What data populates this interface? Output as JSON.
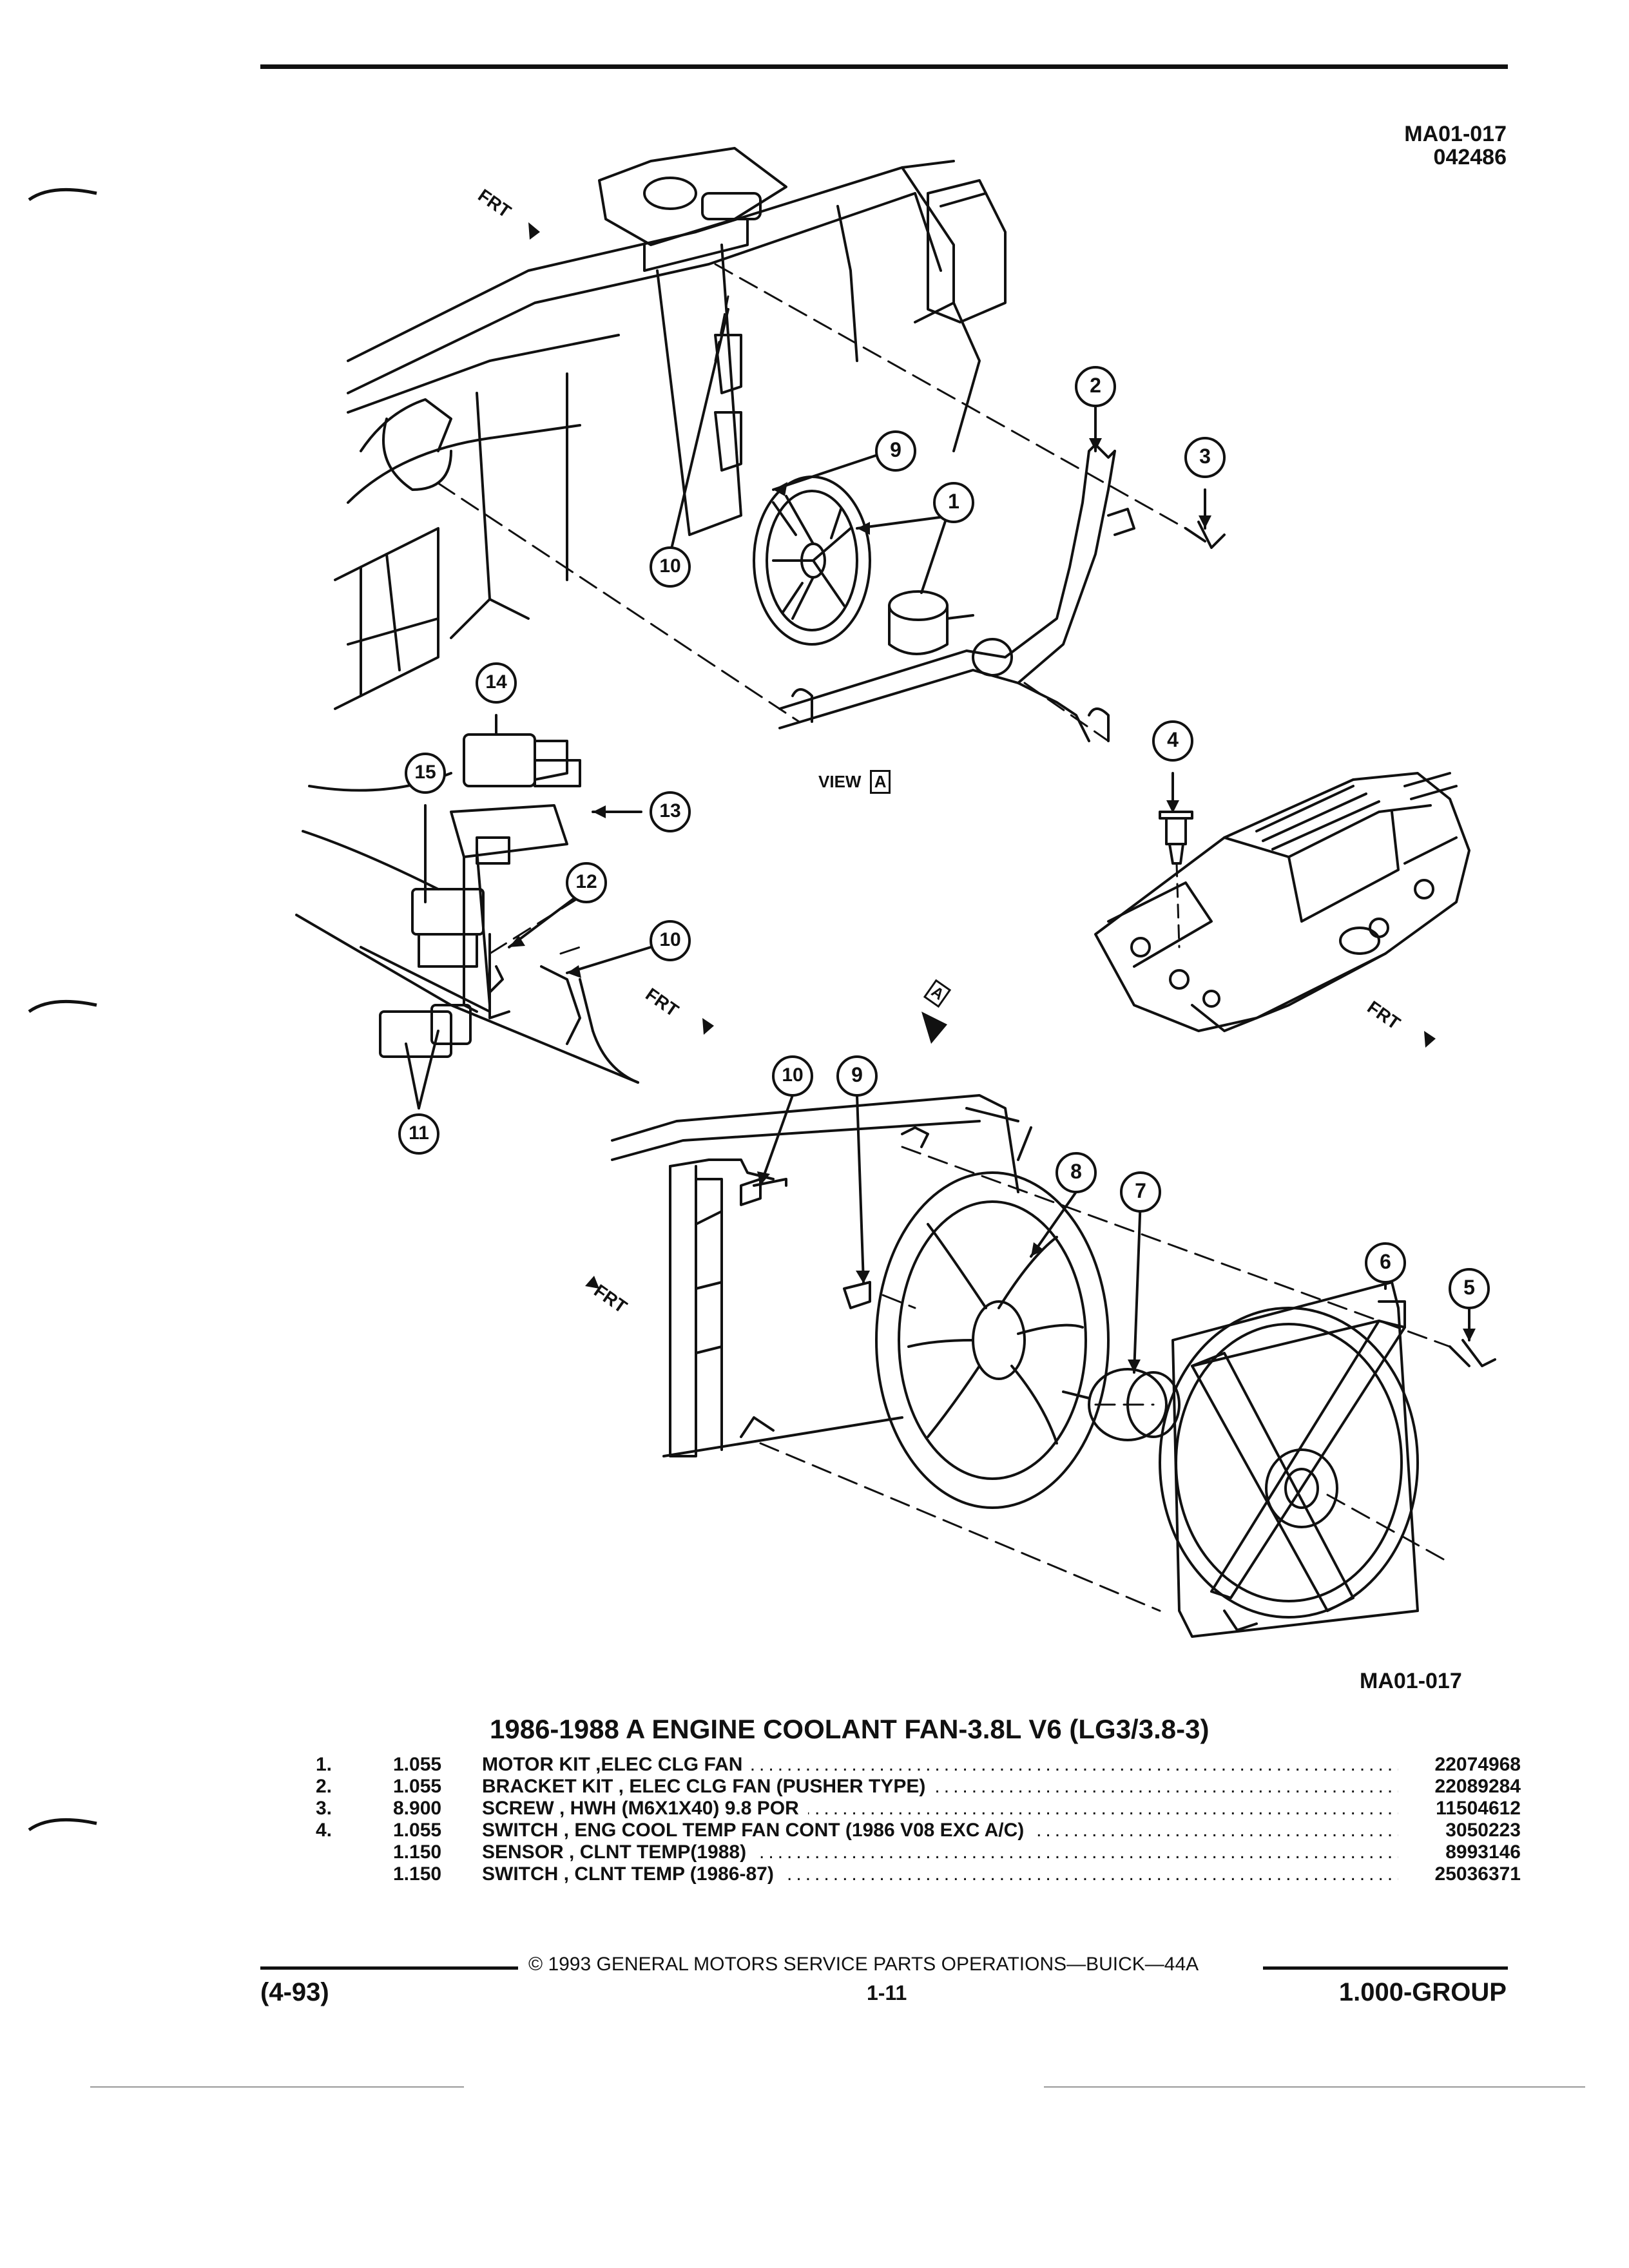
{
  "figure": {
    "id_top": "MA01-017",
    "code_top": "042486",
    "id_bottom": "MA01-017",
    "view_label": "VIEW",
    "view_letter": "A",
    "arrow_letter": "A",
    "frt_label": "FRT"
  },
  "callouts": [
    "1",
    "2",
    "3",
    "4",
    "5",
    "6",
    "7",
    "8",
    "9",
    "10",
    "11",
    "12",
    "13",
    "14",
    "15"
  ],
  "title": "1986-1988 A ENGINE COOLANT FAN-3.8L V6 (LG3/3.8-3)",
  "parts": [
    {
      "num": "1.",
      "group": "1.055",
      "desc": "MOTOR KIT ,ELEC CLG FAN",
      "pn": "22074968"
    },
    {
      "num": "2.",
      "group": "1.055",
      "desc": "BRACKET KIT , ELEC CLG FAN (PUSHER TYPE)",
      "pn": "22089284"
    },
    {
      "num": "3.",
      "group": "8.900",
      "desc": "SCREW , HWH (M6X1X40) 9.8 POR",
      "pn": "11504612"
    },
    {
      "num": "4.",
      "group": "1.055",
      "desc": "SWITCH , ENG COOL TEMP FAN CONT (1986 V08 EXC A/C)",
      "pn": "3050223"
    },
    {
      "num": "",
      "group": "1.150",
      "desc": "SENSOR , CLNT TEMP(1988)",
      "pn": "8993146"
    },
    {
      "num": "",
      "group": "1.150",
      "desc": "SWITCH , CLNT TEMP (1986-87)",
      "pn": "25036371"
    }
  ],
  "footer": {
    "copyright": "© 1993 GENERAL MOTORS SERVICE PARTS OPERATIONS—BUICK—44A",
    "date": "(4-93)",
    "page": "1-11",
    "group": "1.000-GROUP"
  }
}
